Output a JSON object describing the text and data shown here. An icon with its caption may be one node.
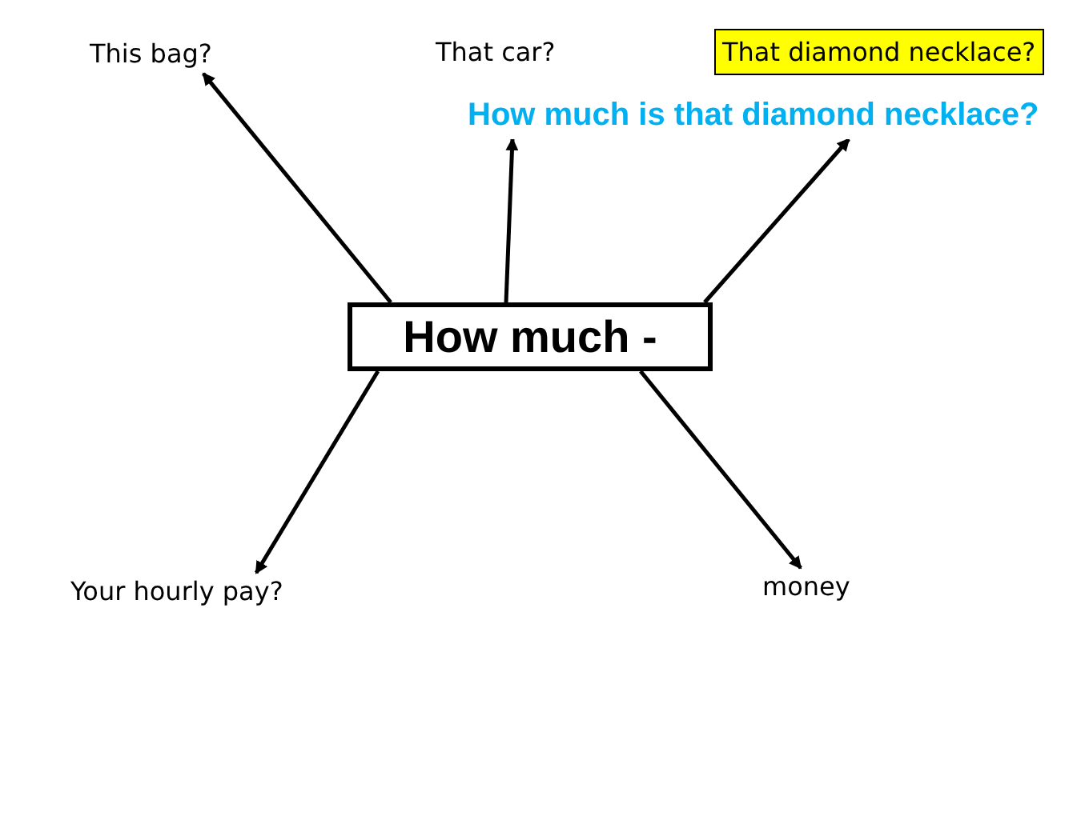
{
  "diagram": {
    "nodes": [
      {
        "text": [
          "How much -"
        ]
      },
      {
        "text": [
          "This bag?"
        ]
      },
      {
        "text": [
          "That car?"
        ]
      },
      {
        "text": [
          "That diamond necklace?"
        ]
      },
      {
        "text": [
          "How much is that diamond necklace?"
        ]
      },
      {
        "text": [
          "Your hourly pay?"
        ]
      },
      {
        "text": [
          "money"
        ]
      }
    ],
    "edges": [
      {
        "from": 0,
        "to": 1,
        "arrow": "to"
      },
      {
        "from": 0,
        "to": 4,
        "arrow": "to"
      },
      {
        "from": 0,
        "to": 4,
        "arrow": "to"
      },
      {
        "from": 0,
        "to": 5,
        "arrow": "to"
      },
      {
        "from": 0,
        "to": 6,
        "arrow": "to"
      }
    ]
  }
}
